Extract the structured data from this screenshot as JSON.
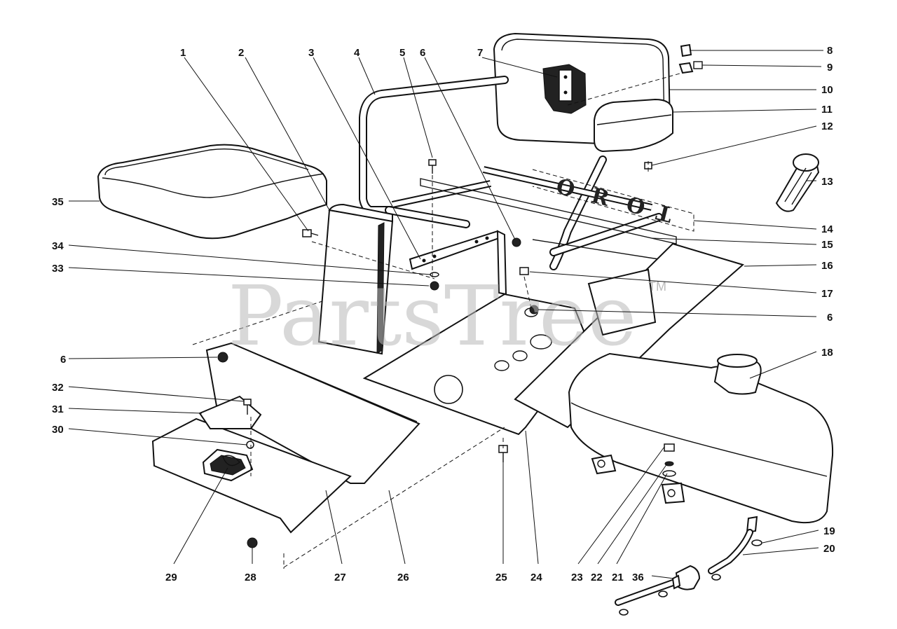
{
  "watermark": {
    "text": "PartsTree",
    "tm": "TM"
  },
  "seat_brand_letters": [
    "T",
    "O",
    "R",
    "O"
  ],
  "callouts": [
    {
      "id": "c1",
      "text": "1"
    },
    {
      "id": "c2",
      "text": "2"
    },
    {
      "id": "c3",
      "text": "3"
    },
    {
      "id": "c4",
      "text": "4"
    },
    {
      "id": "c5",
      "text": "5"
    },
    {
      "id": "c6a",
      "text": "6"
    },
    {
      "id": "c7",
      "text": "7"
    },
    {
      "id": "c8",
      "text": "8"
    },
    {
      "id": "c9",
      "text": "9"
    },
    {
      "id": "c10",
      "text": "10"
    },
    {
      "id": "c11",
      "text": "11"
    },
    {
      "id": "c12",
      "text": "12"
    },
    {
      "id": "c13",
      "text": "13"
    },
    {
      "id": "c14",
      "text": "14"
    },
    {
      "id": "c15",
      "text": "15"
    },
    {
      "id": "c16",
      "text": "16"
    },
    {
      "id": "c17",
      "text": "17"
    },
    {
      "id": "c6b",
      "text": "6"
    },
    {
      "id": "c18",
      "text": "18"
    },
    {
      "id": "c19",
      "text": "19"
    },
    {
      "id": "c20",
      "text": "20"
    },
    {
      "id": "c35",
      "text": "35"
    },
    {
      "id": "c34",
      "text": "34"
    },
    {
      "id": "c33",
      "text": "33"
    },
    {
      "id": "c6c",
      "text": "6"
    },
    {
      "id": "c32",
      "text": "32"
    },
    {
      "id": "c31",
      "text": "31"
    },
    {
      "id": "c30",
      "text": "30"
    },
    {
      "id": "c29",
      "text": "29"
    },
    {
      "id": "c28",
      "text": "28"
    },
    {
      "id": "c27",
      "text": "27"
    },
    {
      "id": "c26",
      "text": "26"
    },
    {
      "id": "c25",
      "text": "25"
    },
    {
      "id": "c24",
      "text": "24"
    },
    {
      "id": "c23",
      "text": "23"
    },
    {
      "id": "c22",
      "text": "22"
    },
    {
      "id": "c21",
      "text": "21"
    },
    {
      "id": "c36",
      "text": "36"
    }
  ]
}
